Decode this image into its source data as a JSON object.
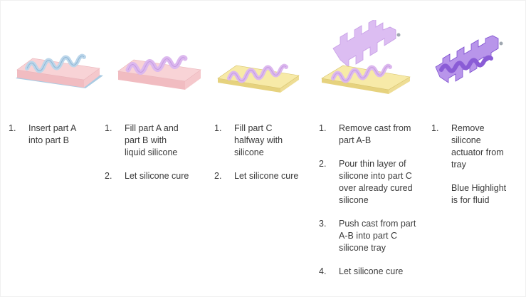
{
  "colors": {
    "mold_pink": "#f8d3d6",
    "mold_pink_side": "#f1bcc1",
    "mold_blue": "#a9cbe3",
    "silicone_purple": "#d9b6ee",
    "tray_yellow": "#f7eaa8",
    "tray_yellow_side": "#e6d27e",
    "actuator_purple": "#8a5cd6",
    "text": "#3a3a3a"
  },
  "steps": [
    {
      "items": [
        {
          "n": "1.",
          "text": "Insert part A\ninto part B"
        }
      ]
    },
    {
      "items": [
        {
          "n": "1.",
          "text": "Fill part A and\npart B with\nliquid silicone"
        },
        {
          "n": "2.",
          "text": "Let silicone cure"
        }
      ]
    },
    {
      "items": [
        {
          "n": "1.",
          "text": "Fill part C\nhalfway with\nsilicone"
        },
        {
          "n": "2.",
          "text": "Let silicone cure"
        }
      ]
    },
    {
      "items": [
        {
          "n": "1.",
          "text": "Remove cast from\npart A-B"
        },
        {
          "n": "2.",
          "text": "Pour thin layer of\nsilicone into part C\nover already cured\nsilicone"
        },
        {
          "n": "3.",
          "text": "Push cast from part\nA-B into part C\nsilicone tray"
        },
        {
          "n": "4.",
          "text": "Let silicone cure"
        }
      ]
    },
    {
      "items": [
        {
          "n": "1.",
          "text": "Remove\nsilicone\nactuator from\ntray"
        }
      ],
      "note": "Blue Highlight\nis for fluid"
    }
  ]
}
